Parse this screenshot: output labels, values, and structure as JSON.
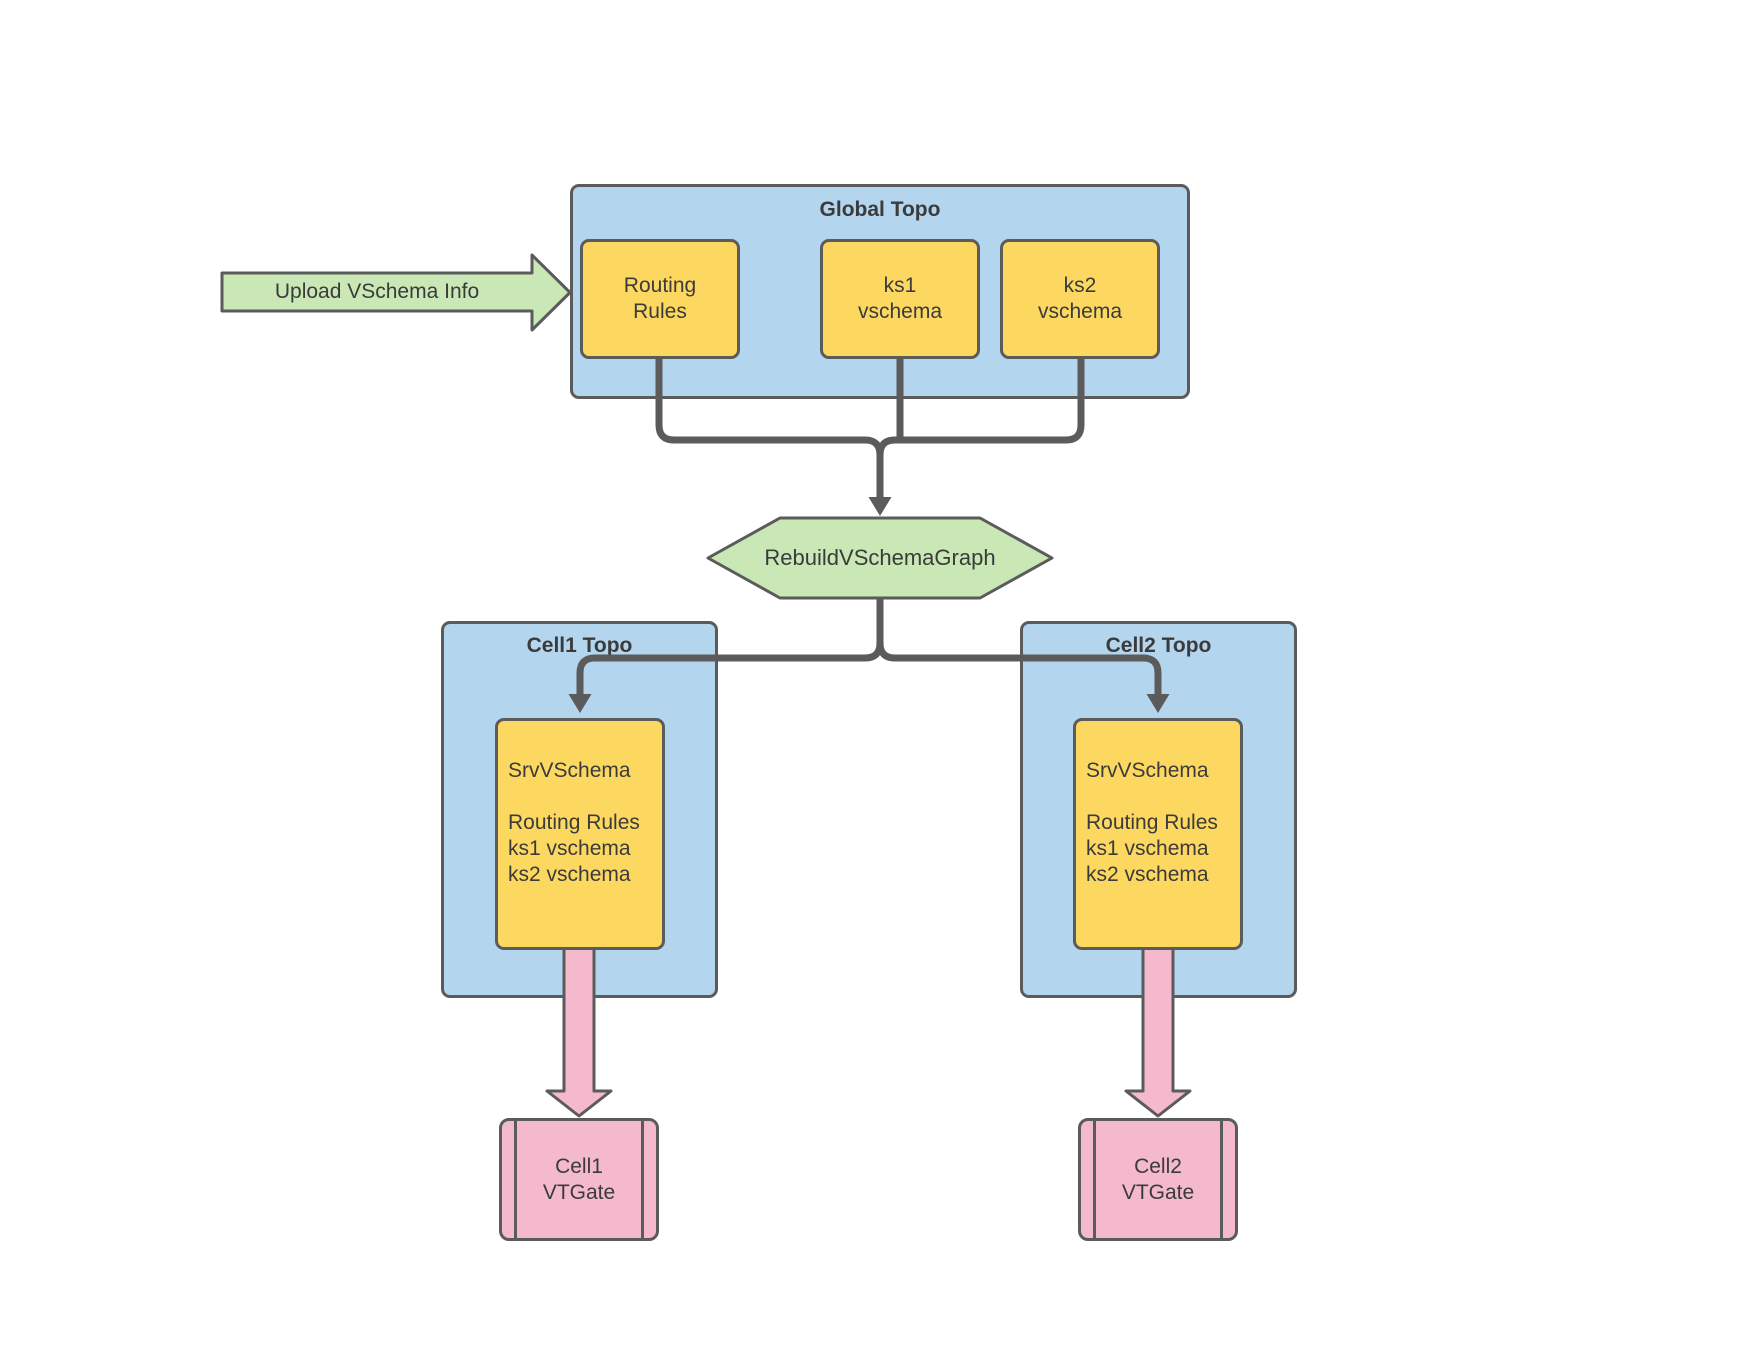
{
  "colors": {
    "container_blue": "#B3D6EE",
    "node_yellow": "#FCD861",
    "accent_green": "#C9E8B5",
    "accent_pink": "#F4B9CC",
    "line_gray": "#5B5B5B",
    "text": "#3B3B3B"
  },
  "upload_arrow": {
    "label": "Upload VSchema Info"
  },
  "global_topo": {
    "title": "Global Topo",
    "nodes": [
      {
        "line1": "Routing",
        "line2": "Rules"
      },
      {
        "line1": "ks1",
        "line2": "vschema"
      },
      {
        "line1": "ks2",
        "line2": "vschema"
      }
    ]
  },
  "rebuild_step": {
    "label": "RebuildVSchemaGraph"
  },
  "cells": [
    {
      "title": "Cell1 Topo",
      "srv_node": {
        "lines": [
          "SrvVSchema",
          "",
          "Routing Rules",
          "ks1 vschema",
          "ks2 vschema"
        ]
      },
      "vtgate": {
        "line1": "Cell1",
        "line2": "VTGate"
      }
    },
    {
      "title": "Cell2 Topo",
      "srv_node": {
        "lines": [
          "SrvVSchema",
          "",
          "Routing Rules",
          "ks1 vschema",
          "ks2 vschema"
        ]
      },
      "vtgate": {
        "line1": "Cell2",
        "line2": "VTGate"
      }
    }
  ]
}
